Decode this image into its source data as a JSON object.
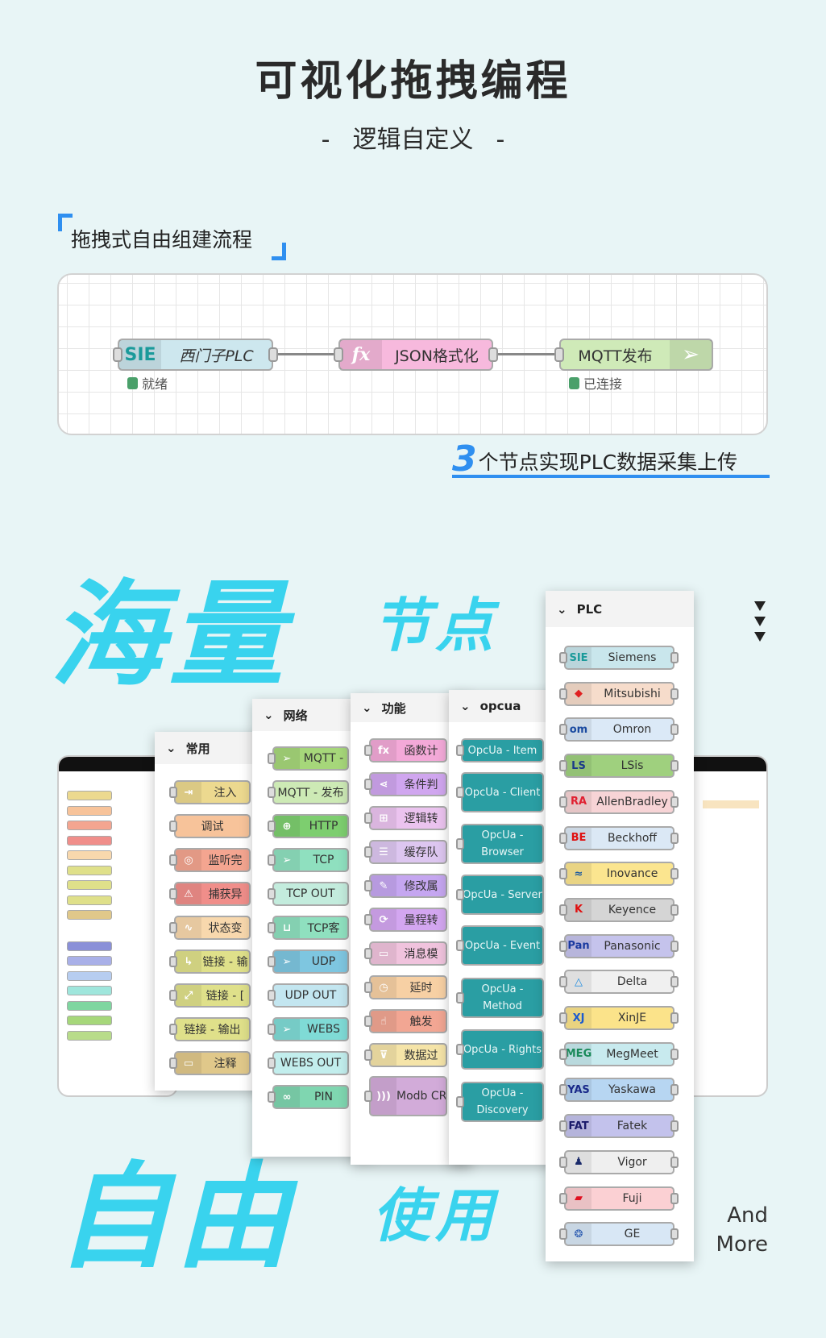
{
  "header": {
    "title": "可视化拖拽编程",
    "subtitle": "逻辑自定义",
    "dash": "-"
  },
  "section": {
    "title": "拖拽式自由组建流程"
  },
  "flow": {
    "nodes": [
      {
        "icon": "SIE",
        "label": "西门子PLC",
        "color": "#cde7ee",
        "status": "就绪"
      },
      {
        "icon": "fx",
        "label": "JSON格式化",
        "color": "#f7b9dd"
      },
      {
        "icon": "send-icon",
        "label": "MQTT发布",
        "color": "#cfeab8",
        "status": "已连接"
      }
    ],
    "status_color": "#4aa06a"
  },
  "tagline": {
    "number": "3",
    "text": "个节点实现PLC数据采集上传",
    "accent": "#2f8ff0"
  },
  "hero": {
    "word1": "海量",
    "word2": "节点",
    "word3": "自由",
    "word4": "使用",
    "color": "#39d3ee"
  },
  "palettes": {
    "common": {
      "title": "常用",
      "nodes": [
        {
          "label": "注入",
          "icon": "⇥",
          "color": "#ecd98f"
        },
        {
          "label": "调试",
          "icon": "",
          "color": "#f7c39a"
        },
        {
          "label": "监听完",
          "icon": "◎",
          "color": "#f4a590"
        },
        {
          "label": "捕获异",
          "icon": "⚠",
          "color": "#f08e8a"
        },
        {
          "label": "状态变",
          "icon": "∿",
          "color": "#f8d8ad"
        },
        {
          "label": "链接 - 输",
          "icon": "↳",
          "color": "#dfe08a"
        },
        {
          "label": "链接 - [",
          "icon": "⤢",
          "color": "#dfe08a"
        },
        {
          "label": "链接 - 输出",
          "icon": "",
          "color": "#dfe08a"
        },
        {
          "label": "注释",
          "icon": "▭",
          "color": "#e0c88a"
        }
      ]
    },
    "network": {
      "title": "网络",
      "nodes": [
        {
          "label": "MQTT -",
          "icon": "➢",
          "color": "#a6d77a"
        },
        {
          "label": "MQTT - 发布",
          "icon": "",
          "color": "#cdeab5"
        },
        {
          "label": "HTTP",
          "icon": "⊕",
          "color": "#7dce6f"
        },
        {
          "label": "TCP",
          "icon": "➢",
          "color": "#8fe0bf"
        },
        {
          "label": "TCP OUT",
          "icon": "",
          "color": "#c3ecdd"
        },
        {
          "label": "TCP客",
          "icon": "⊔",
          "color": "#8fe0bf"
        },
        {
          "label": "UDP",
          "icon": "➢",
          "color": "#7ec6e0"
        },
        {
          "label": "UDP OUT",
          "icon": "",
          "color": "#c3e6f0"
        },
        {
          "label": "WEBS",
          "icon": "➢",
          "color": "#7fdbd6"
        },
        {
          "label": "WEBS OUT",
          "icon": "",
          "color": "#c2eeed"
        },
        {
          "label": "PIN",
          "icon": "∞",
          "color": "#7fd6b0"
        }
      ]
    },
    "function": {
      "title": "功能",
      "nodes": [
        {
          "label": "函数计",
          "icon": "fx",
          "color": "#f3a9d8"
        },
        {
          "label": "条件判",
          "icon": "⋖",
          "color": "#d0a6ef"
        },
        {
          "label": "逻辑转",
          "icon": "⊞",
          "color": "#ebc3ef"
        },
        {
          "label": "缓存队",
          "icon": "☰",
          "color": "#ddc6f0"
        },
        {
          "label": "修改属",
          "icon": "✎",
          "color": "#c5a6f0"
        },
        {
          "label": "量程转",
          "icon": "⟳",
          "color": "#d3a6f0"
        },
        {
          "label": "消息模",
          "icon": "▭",
          "color": "#f0c3dd"
        },
        {
          "label": "延时",
          "icon": "◷",
          "color": "#f7d0a4"
        },
        {
          "label": "触发",
          "icon": "☝",
          "color": "#f2a693"
        },
        {
          "label": "数据过",
          "icon": "⊽",
          "color": "#f5e4a8"
        },
        {
          "label": "Modb CRC",
          "icon": ")))",
          "color": "#d2abd9"
        }
      ]
    },
    "opcua": {
      "title": "opcua",
      "nodes": [
        {
          "label": "OpcUa - Item"
        },
        {
          "label": "OpcUa - Client"
        },
        {
          "label": "OpcUa - Browser"
        },
        {
          "label": "OpcUa - Server"
        },
        {
          "label": "OpcUa - Event"
        },
        {
          "label": "OpcUa - Method"
        },
        {
          "label": "OpcUa - Rights"
        },
        {
          "label": "OpcUa - Discovery"
        }
      ],
      "color": "#2a9ea3"
    },
    "plc": {
      "title": "PLC",
      "nodes": [
        {
          "label": "Siemens",
          "icon": "SIE",
          "color": "#c9e6ec",
          "icon_color": "#1a9a9a"
        },
        {
          "label": "Mitsubishi",
          "icon": "◆",
          "color": "#f6dccb",
          "icon_color": "#e02020"
        },
        {
          "label": "Omron",
          "icon": "om",
          "color": "#dbe9f7",
          "icon_color": "#1a4aa0"
        },
        {
          "label": "LSis",
          "icon": "LS",
          "color": "#9fd07e",
          "icon_color": "#1a3a8a"
        },
        {
          "label": "AllenBradley",
          "icon": "RA",
          "color": "#f7d4d6",
          "icon_color": "#e02030"
        },
        {
          "label": "Beckhoff",
          "icon": "BE",
          "color": "#dbe8f5",
          "icon_color": "#e01010"
        },
        {
          "label": "Inovance",
          "icon": "≈",
          "color": "#fbe58f",
          "icon_color": "#1a5aa0"
        },
        {
          "label": "Keyence",
          "icon": "K",
          "color": "#d5d5d5",
          "icon_color": "#e01010"
        },
        {
          "label": "Panasonic",
          "icon": "Pan",
          "color": "#c5c3ec",
          "icon_color": "#1a3aa0"
        },
        {
          "label": "Delta",
          "icon": "△",
          "color": "#f0f0f0",
          "icon_color": "#1a8ae0"
        },
        {
          "label": "XinJE",
          "icon": "XJ",
          "color": "#fbe38a",
          "icon_color": "#1a5ad0"
        },
        {
          "label": "MegMeet",
          "icon": "MEG",
          "color": "#c8eaee",
          "icon_color": "#1a8a5a"
        },
        {
          "label": "Yaskawa",
          "icon": "YAS",
          "color": "#b7d6f2",
          "icon_color": "#1a2a8a"
        },
        {
          "label": "Fatek",
          "icon": "FAT",
          "color": "#c3c2ec",
          "icon_color": "#1a1a6a"
        },
        {
          "label": "Vigor",
          "icon": "♟",
          "color": "#efefef",
          "icon_color": "#1a2a6a"
        },
        {
          "label": "Fuji",
          "icon": "▰",
          "color": "#fbd0d3",
          "icon_color": "#e01020"
        },
        {
          "label": "GE",
          "icon": "❂",
          "color": "#d8e7f5",
          "icon_color": "#2a5ab0"
        }
      ]
    }
  },
  "footer": {
    "line1": "And",
    "line2": "More"
  }
}
